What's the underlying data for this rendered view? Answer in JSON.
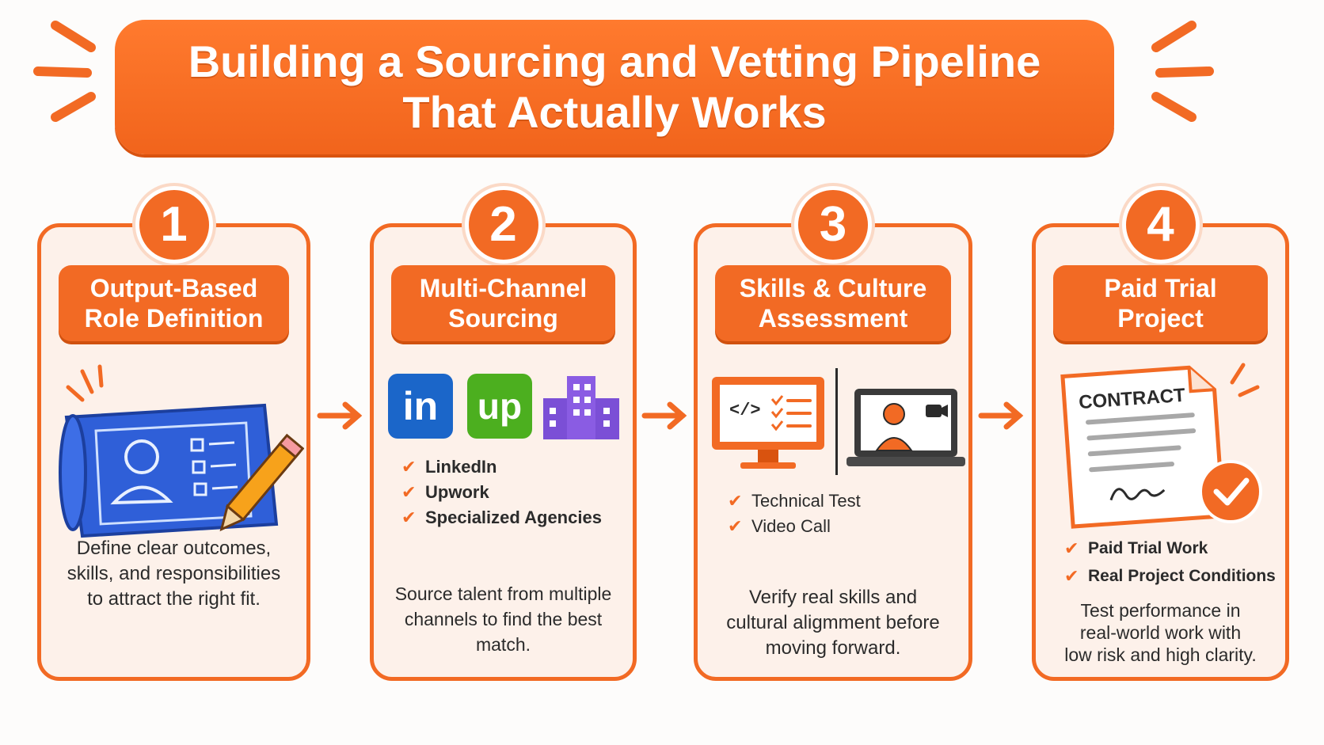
{
  "title": "Building a Sourcing and Vetting Pipeline\nThat Actually Works",
  "colors": {
    "accent": "#f26a24",
    "card_bg": "#fdf1ea",
    "blueprint": "#2f5fd8",
    "linkedin": "#1b66c9",
    "upwork": "#4caf1f",
    "agency": "#7b4fd6"
  },
  "steps": [
    {
      "number": "1",
      "heading": "Output-Based\nRole Definition",
      "illustration": "blueprint-with-pencil-icon",
      "checklist": [],
      "description": "Define clear outcomes,\nskills, and responsibilities\nto attract the right fit."
    },
    {
      "number": "2",
      "heading": "Multi-Channel\nSourcing",
      "logos": [
        {
          "label": "in",
          "icon": "linkedin-logo-icon"
        },
        {
          "label": "up",
          "icon": "upwork-logo-icon"
        },
        {
          "label": "",
          "icon": "building-icon"
        }
      ],
      "checklist": [
        "LinkedIn",
        "Upwork",
        "Specialized Agencies"
      ],
      "description": "Source talent from multiple\nchannels to find the best\nmatch."
    },
    {
      "number": "3",
      "heading": "Skills & Culture\nAssessment",
      "illustration_code": "</>",
      "checklist": [
        "Technical Test",
        "Video Call"
      ],
      "description": "Verify real skills and\ncultural aligmment before\nmoving forward."
    },
    {
      "number": "4",
      "heading": "Paid Trial\nProject",
      "contract_label": "CONTRACT",
      "checklist": [
        "Paid Trial Work",
        "Real Project Conditions"
      ],
      "description": "Test performance in\nreal-world work with\nlow risk and high clarity."
    }
  ]
}
